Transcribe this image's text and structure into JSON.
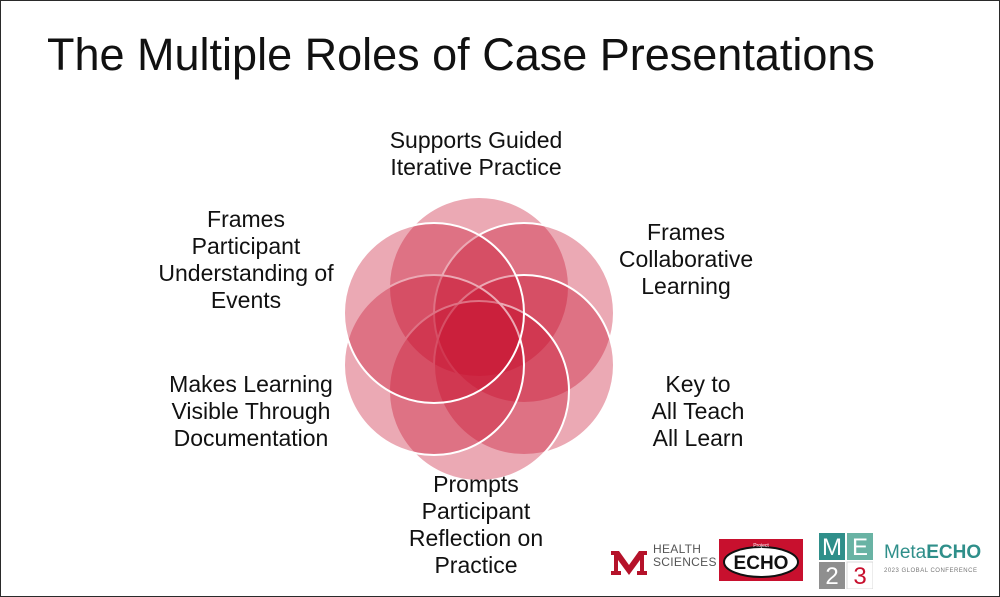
{
  "slide": {
    "title": "The Multiple Roles of Case Presentations"
  },
  "roles": {
    "top": "Supports Guided\nIterative Practice",
    "upper_right": "Frames\nCollaborative\nLearning",
    "lower_right": "Key to\nAll Teach\nAll Learn",
    "bottom": "Prompts\nParticipant\nReflection on\nPractice",
    "lower_left": "Makes Learning\nVisible Through\nDocumentation",
    "upper_left": "Frames\nParticipant\nUnderstanding of\nEvents"
  },
  "colors": {
    "circle_fill": "#c8102e",
    "circle_stroke": "#ffffff",
    "echo_red": "#c8102e",
    "meta_teal": "#2f8f8a"
  },
  "logos": {
    "unm_health_sciences": "HEALTH\nSCIENCES",
    "project_small": "Project",
    "echo": "ECHO",
    "meta_prefix": "Meta",
    "meta_suffix": "ECHO",
    "meta_subtitle": "2023 GLOBAL CONFERENCE",
    "me_letters": [
      "M",
      "E",
      "2",
      "3"
    ]
  }
}
